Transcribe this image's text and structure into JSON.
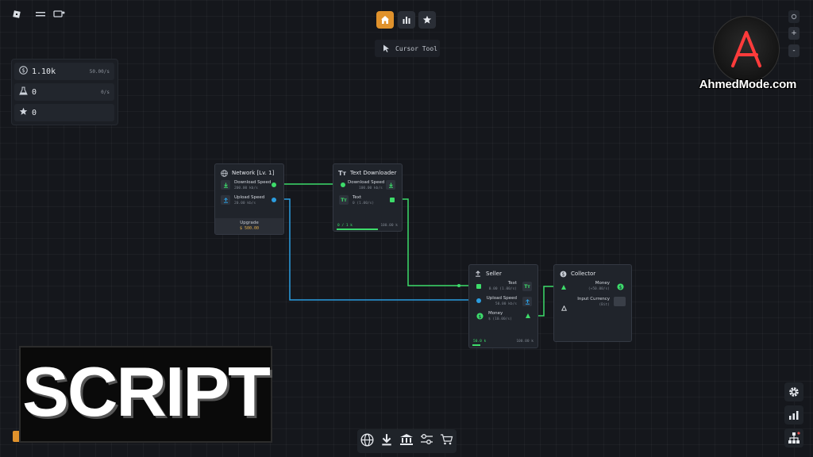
{
  "toolbar": {
    "tool_label": "Cursor Tool"
  },
  "stats": {
    "money_value": "1.10k",
    "money_rate": "50.00/s",
    "research_value": "0",
    "research_rate": "0/s",
    "stars_value": "0"
  },
  "nodes": {
    "network": {
      "title": "Network [Lv. 1]",
      "download_label": "Download Speed",
      "download_sub": "200.00 kb/s",
      "upload_label": "Upload Speed",
      "upload_sub": "20.00 kb/s",
      "upgrade_label": "Upgrade",
      "upgrade_cost": "$ 500.00"
    },
    "text_downloader": {
      "title": "Text Downloader",
      "download_label": "Download Speed",
      "download_sub": "100.00 kb/s",
      "text_label": "Text",
      "text_sub": "0 (1.00/s)",
      "footer_left": "0 / 1 k",
      "footer_right": "100.00 k"
    },
    "seller": {
      "title": "Seller",
      "text_label": "Text",
      "text_sub": "0.00 (1.00/s)",
      "upload_label": "Upload Speed",
      "upload_sub": "50.00 kb/s",
      "money_label": "Money",
      "money_sub": "$ (10.00/s)",
      "footer_left": "50.0 k",
      "footer_right": "100.00 k"
    },
    "collector": {
      "title": "Collector",
      "money_label": "Money",
      "money_sub": "(+50.00/s)",
      "input_label": "Input Currency",
      "input_sub": "(Bit)"
    }
  },
  "watermark": {
    "text": "AhmedMode.com"
  },
  "banner": {
    "text": "SCRIPT"
  },
  "colors": {
    "accent": "#e0922c",
    "green": "#3ddc6a",
    "blue": "#2b9de0",
    "gold": "#e5b04a"
  }
}
